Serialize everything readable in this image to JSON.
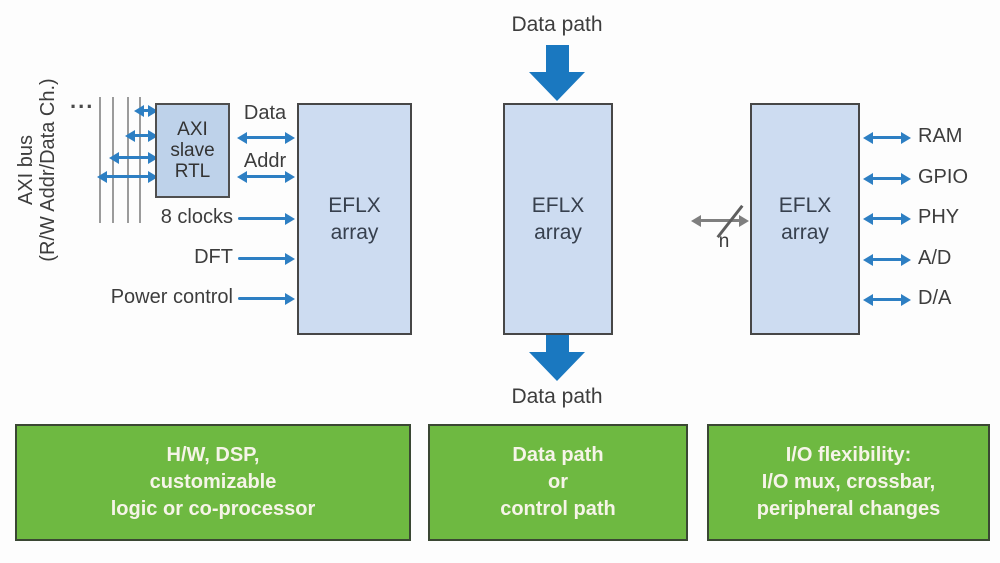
{
  "diagram": {
    "axi_bus_label": "AXI bus\n(R/W Addr/Data Ch.)",
    "ellipsis": "...",
    "axi_slave_box_label": "AXI\nslave\nRTL",
    "eflx_box_label": "EFLX\narray",
    "left_ports": {
      "data": "Data",
      "addr": "Addr",
      "clocks": "8 clocks",
      "dft": "DFT",
      "power": "Power control"
    },
    "data_path_top_label": "Data path",
    "data_path_bottom_label": "Data path",
    "bus_width_label": "n",
    "right_ports": [
      "RAM",
      "GPIO",
      "PHY",
      "A/D",
      "D/A"
    ],
    "captions": [
      "H/W, DSP,\ncustomizable\nlogic or  co-processor",
      "Data path\nor\ncontrol path",
      "I/O flexibility:\nI/O mux, crossbar,\nperipheral changes"
    ]
  },
  "colors": {
    "arrow_blue": "#2d7fc3",
    "block_blue": "#1a78c0",
    "box_fill": "#cddcf1",
    "axi_fill": "#bed2ea",
    "green_fill": "#6eb941",
    "green_text": "#f6f4e8",
    "bus_gray": "#9b9b9b",
    "ink": "#3d3d3d"
  }
}
